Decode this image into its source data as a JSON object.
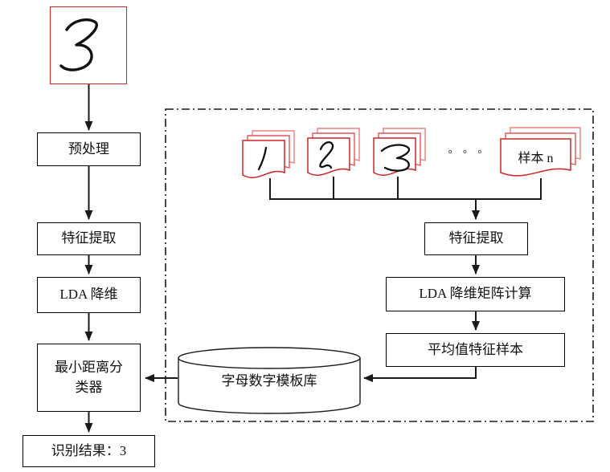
{
  "colors": {
    "line": "#1a1a1a",
    "red": "#cf2424",
    "red_light": "#e98080",
    "background": "#ffffff"
  },
  "recognition_flow": {
    "input_digit": "3",
    "preprocess": "预处理",
    "feature_extraction": "特征提取",
    "lda_reduction": "LDA 降维",
    "classifier": "最小距离分类器",
    "result": "识别结果：3"
  },
  "training_flow": {
    "sample_digits": [
      "1",
      "2",
      "3"
    ],
    "ellipsis": "∘ ∘ ∘",
    "sample_n": "样本 n",
    "feature_extraction": "特征提取",
    "lda_matrix": "LDA 降维矩阵计算",
    "mean_feature_sample": "平均值特征样本",
    "template_db": "字母数字模板库"
  }
}
